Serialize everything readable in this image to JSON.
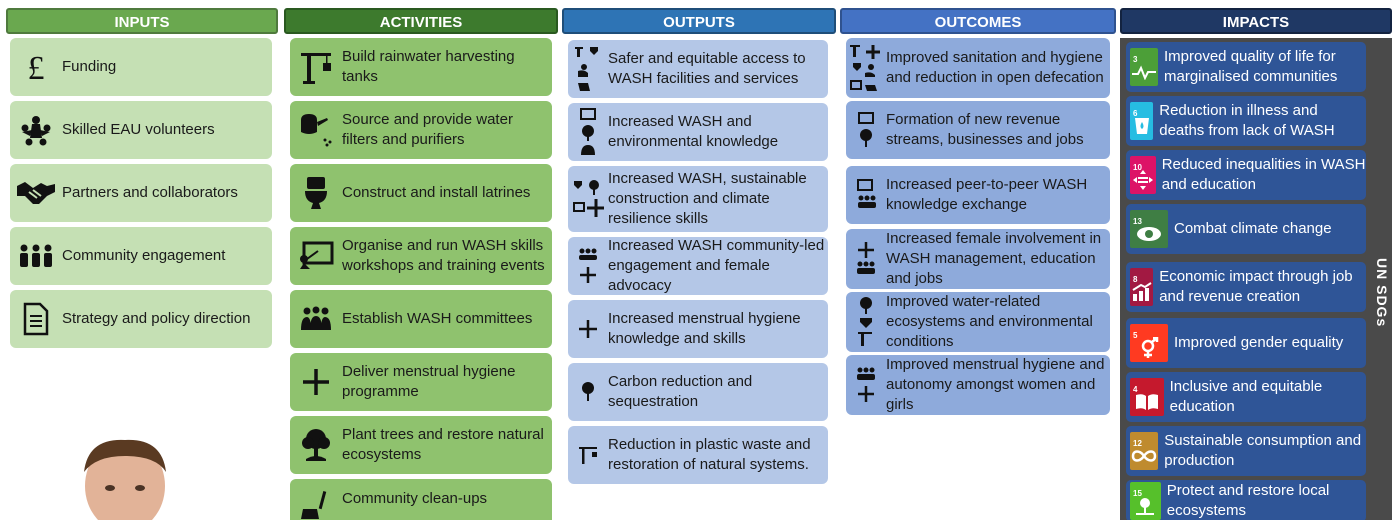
{
  "inputs": {
    "header": "INPUTS",
    "items": [
      {
        "label": "Funding"
      },
      {
        "label": "Skilled EAU volunteers"
      },
      {
        "label": "Partners and collaborators"
      },
      {
        "label": "Community engagement"
      },
      {
        "label": "Strategy and policy direction"
      }
    ]
  },
  "activities": {
    "header": "ACTIVITIES",
    "items": [
      {
        "label": "Build rainwater harvesting tanks"
      },
      {
        "label": "Source and provide water filters and purifiers"
      },
      {
        "label": "Construct and install latrines"
      },
      {
        "label": "Organise and run WASH skills workshops and training events"
      },
      {
        "label": "Establish WASH committees"
      },
      {
        "label": "Deliver menstrual hygiene programme"
      },
      {
        "label": "Plant trees and restore natural ecosystems"
      },
      {
        "label": "Community clean-ups"
      }
    ]
  },
  "outputs": {
    "header": "OUTPUTS",
    "items": [
      {
        "label": "Safer and equitable access to WASH facilities and services"
      },
      {
        "label": "Increased WASH and environmental knowledge"
      },
      {
        "label": "Increased WASH, sustainable construction and climate resilience skills"
      },
      {
        "label": "Increased WASH community-led engagement and female advocacy"
      },
      {
        "label": "Increased menstrual hygiene knowledge and skills"
      },
      {
        "label": "Carbon reduction and sequestration"
      },
      {
        "label": "Reduction in plastic waste and restoration of natural systems."
      }
    ]
  },
  "outcomes": {
    "header": "OUTCOMES",
    "items": [
      {
        "label": "Improved sanitation and hygiene and reduction in open defecation"
      },
      {
        "label": "Formation of new revenue streams, businesses and jobs"
      },
      {
        "label": "Increased peer-to-peer WASH knowledge exchange"
      },
      {
        "label": "Increased female involvement in WASH management, education and jobs"
      },
      {
        "label": "Improved water-related ecosystems and environmental conditions"
      },
      {
        "label": "Improved menstrual hygiene and autonomy amongst women and girls"
      }
    ]
  },
  "impacts": {
    "header": "IMPACTS",
    "side_label": "UN SDGs",
    "items": [
      {
        "label": "Improved quality of life for marginalised communities",
        "sdg": "3",
        "color": "#4c9f38"
      },
      {
        "label": "Reduction in illness and deaths from lack of WASH",
        "sdg": "6",
        "color": "#26bde2"
      },
      {
        "label": "Reduced inequalities in WASH and education",
        "sdg": "10",
        "color": "#dd1367"
      },
      {
        "label": "Combat climate change",
        "sdg": "13",
        "color": "#3f7e44"
      },
      {
        "label": "Economic impact through job and revenue creation",
        "sdg": "8",
        "color": "#a21942"
      },
      {
        "label": "Improved gender equality",
        "sdg": "5",
        "color": "#ff3a21"
      },
      {
        "label": "Inclusive and equitable education",
        "sdg": "4",
        "color": "#c5192d"
      },
      {
        "label": "Sustainable consumption and production",
        "sdg": "12",
        "color": "#bf8b2e"
      },
      {
        "label": "Protect and restore local ecosystems",
        "sdg": "15",
        "color": "#56c02b"
      }
    ]
  }
}
